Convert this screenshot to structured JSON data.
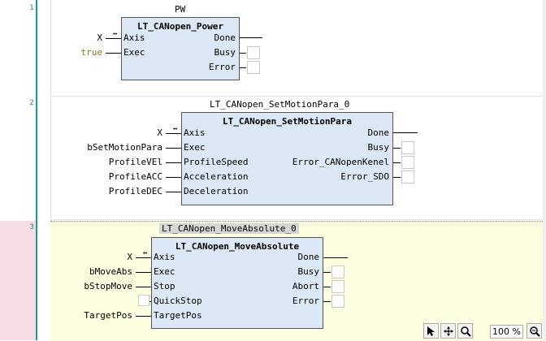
{
  "networks": [
    {
      "number": "1",
      "instance": "PW",
      "block_type": "LT_CANopen_Power",
      "inputs": [
        {
          "pin": "Axis",
          "var": "X",
          "inout": true
        },
        {
          "pin": "Exec",
          "var": "true"
        }
      ],
      "outputs": [
        {
          "pin": "Done"
        },
        {
          "pin": "Busy"
        },
        {
          "pin": "Error"
        }
      ]
    },
    {
      "number": "2",
      "instance": "LT_CANopen_SetMotionPara_0",
      "block_type": "LT_CANopen_SetMotionPara",
      "inputs": [
        {
          "pin": "Axis",
          "var": "X",
          "inout": true
        },
        {
          "pin": "Exec",
          "var": "bSetMotionPara"
        },
        {
          "pin": "ProfileSpeed",
          "var": "ProfileVEl"
        },
        {
          "pin": "Acceleration",
          "var": "ProfileACC"
        },
        {
          "pin": "Deceleration",
          "var": "ProfileDEC"
        }
      ],
      "outputs": [
        {
          "pin": "Done"
        },
        {
          "pin": "Busy"
        },
        {
          "pin": "Error_CANopenKenel"
        },
        {
          "pin": "Error_SDO"
        }
      ]
    },
    {
      "number": "3",
      "instance": "LT_CANopen_MoveAbsolute_0",
      "block_type": "LT_CANopen_MoveAbsolute",
      "inputs": [
        {
          "pin": "Axis",
          "var": "X",
          "inout": true
        },
        {
          "pin": "Exec",
          "var": "bMoveAbs"
        },
        {
          "pin": "Stop",
          "var": "bStopMove"
        },
        {
          "pin": "QuickStop",
          "var": ""
        },
        {
          "pin": "TargetPos",
          "var": "TargetPos"
        }
      ],
      "outputs": [
        {
          "pin": "Done"
        },
        {
          "pin": "Busy"
        },
        {
          "pin": "Abort"
        },
        {
          "pin": "Error"
        }
      ]
    }
  ],
  "toolbar": {
    "zoom_label": "100 %",
    "tools": [
      "pointer-icon",
      "pan-icon",
      "magnifier-icon"
    ]
  }
}
